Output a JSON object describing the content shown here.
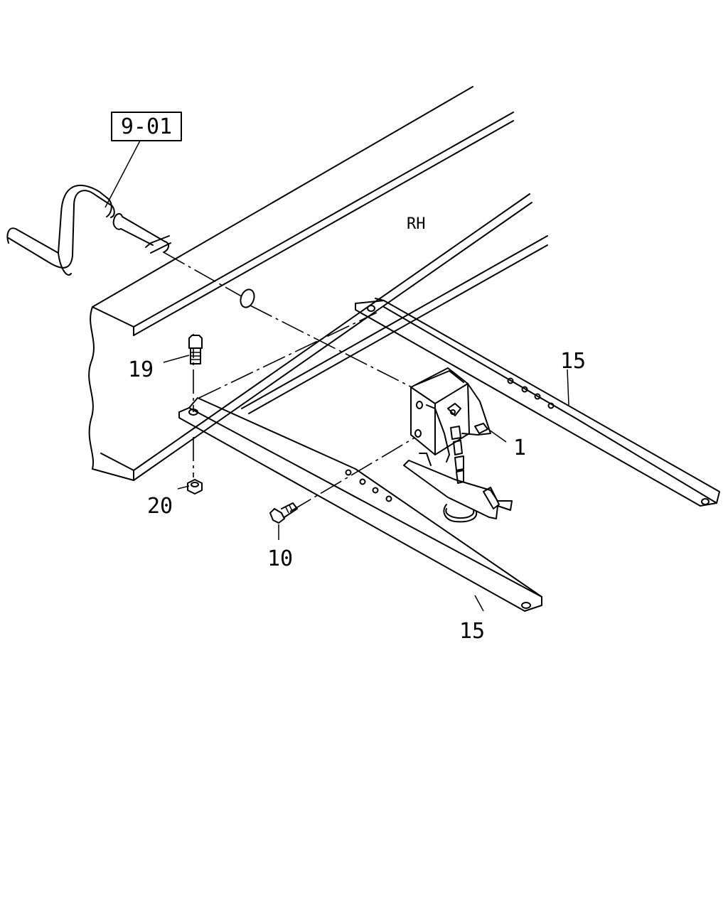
{
  "diagram": {
    "reference_box": "9-01",
    "side_label": "RH",
    "callouts": {
      "part_1": "1",
      "part_10": "10",
      "part_15_upper": "15",
      "part_15_lower": "15",
      "part_19": "19",
      "part_20": "20"
    }
  }
}
